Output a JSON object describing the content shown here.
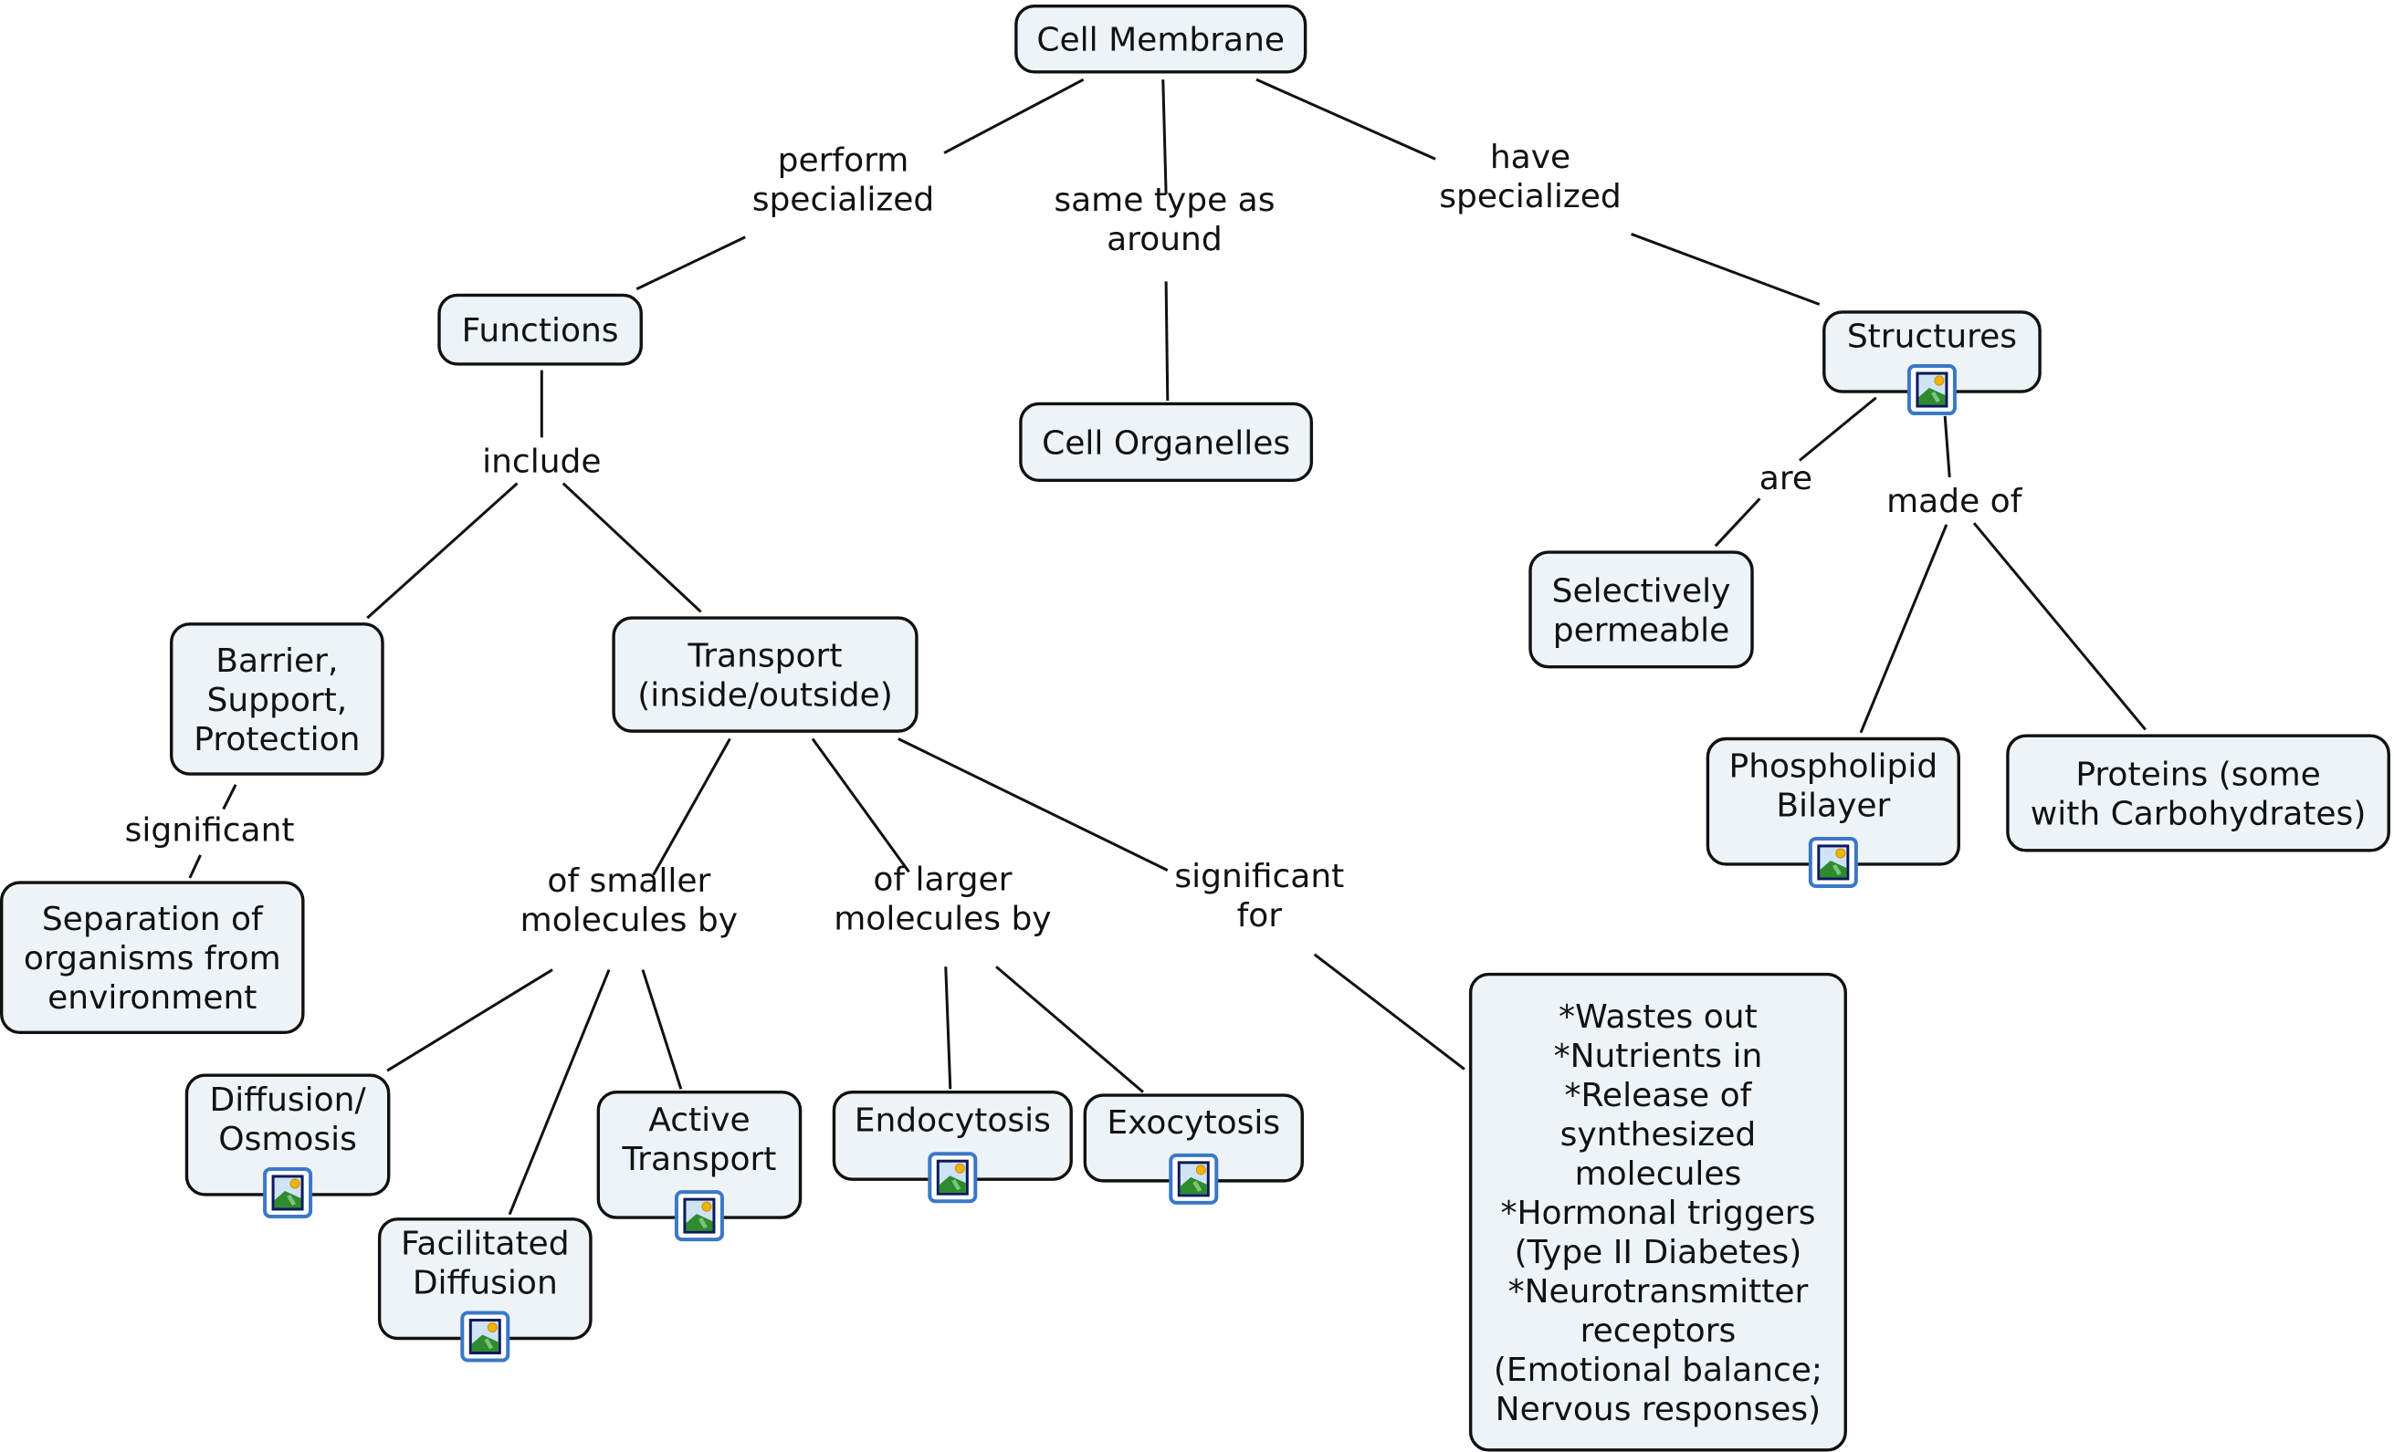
{
  "map_title": "Cell Membrane",
  "colors": {
    "node_fill": "#edf3f6",
    "node_border": "#111111",
    "line": "#111111",
    "icon_frame": "#3a78c8",
    "icon_border": "#0b1a5c",
    "icon_sky": "#cfe3f5",
    "icon_sun": "#f0b400",
    "icon_hill": "#2e8b2e",
    "icon_hill_light": "#7cc47c"
  },
  "nodes": [
    {
      "id": "cell-membrane",
      "lines": [
        "Cell Membrane"
      ],
      "icon": null
    },
    {
      "id": "functions",
      "lines": [
        "Functions"
      ],
      "icon": null
    },
    {
      "id": "cell-organelles",
      "lines": [
        "Cell Organelles"
      ],
      "icon": null
    },
    {
      "id": "structures",
      "lines": [
        "Structures"
      ],
      "icon": "image-resource-icon"
    },
    {
      "id": "barrier",
      "lines": [
        "Barrier,",
        "Support,",
        "Protection"
      ],
      "icon": null
    },
    {
      "id": "transport",
      "lines": [
        "Transport",
        "(inside/outside)"
      ],
      "icon": null
    },
    {
      "id": "selectively-permeable",
      "lines": [
        "Selectively",
        "permeable"
      ],
      "icon": null
    },
    {
      "id": "phospholipid-bilayer",
      "lines": [
        "Phospholipid",
        "Bilayer"
      ],
      "icon": "image-resource-icon"
    },
    {
      "id": "proteins",
      "lines": [
        "Proteins (some",
        "with Carbohydrates)"
      ],
      "icon": null
    },
    {
      "id": "separation",
      "lines": [
        "Separation of",
        "organisms from",
        "environment"
      ],
      "icon": null
    },
    {
      "id": "diffusion-osmosis",
      "lines": [
        "Diffusion/",
        "Osmosis"
      ],
      "icon": "image-resource-icon"
    },
    {
      "id": "facilitated-diffusion",
      "lines": [
        "Facilitated",
        "Diffusion"
      ],
      "icon": "image-resource-icon"
    },
    {
      "id": "active-transport",
      "lines": [
        "Active",
        "Transport"
      ],
      "icon": "image-resource-icon"
    },
    {
      "id": "endocytosis",
      "lines": [
        "Endocytosis"
      ],
      "icon": "image-resource-icon"
    },
    {
      "id": "exocytosis",
      "lines": [
        "Exocytosis"
      ],
      "icon": "image-resource-icon"
    },
    {
      "id": "significance-list",
      "lines": [
        "*Wastes out",
        "*Nutrients in",
        "*Release of",
        "synthesized",
        "molecules",
        "*Hormonal triggers",
        "(Type II Diabetes)",
        "*Neurotransmitter",
        "receptors",
        "(Emotional balance;",
        "Nervous responses)"
      ],
      "icon": null
    }
  ],
  "links": [
    {
      "id": "perform-specialized",
      "lines": [
        "perform",
        "specialized"
      ],
      "from": "cell-membrane",
      "to": "functions"
    },
    {
      "id": "same-type-as-around",
      "lines": [
        "same type as",
        "around"
      ],
      "from": "cell-membrane",
      "to": "cell-organelles"
    },
    {
      "id": "have-specialized",
      "lines": [
        "have",
        "specialized"
      ],
      "from": "cell-membrane",
      "to": "structures"
    },
    {
      "id": "include",
      "lines": [
        "include"
      ],
      "from": "functions",
      "to": [
        "barrier",
        "transport"
      ]
    },
    {
      "id": "are",
      "lines": [
        "are"
      ],
      "from": "structures",
      "to": "selectively-permeable"
    },
    {
      "id": "made-of",
      "lines": [
        "made of"
      ],
      "from": "structures",
      "to": [
        "phospholipid-bilayer",
        "proteins"
      ]
    },
    {
      "id": "significant",
      "lines": [
        "significant"
      ],
      "from": "barrier",
      "to": "separation"
    },
    {
      "id": "of-smaller-molecules-by",
      "lines": [
        "of smaller",
        "molecules by"
      ],
      "from": "transport",
      "to": [
        "diffusion-osmosis",
        "facilitated-diffusion",
        "active-transport"
      ]
    },
    {
      "id": "of-larger-molecules-by",
      "lines": [
        "of larger",
        "molecules by"
      ],
      "from": "transport",
      "to": [
        "endocytosis",
        "exocytosis"
      ]
    },
    {
      "id": "significant-for",
      "lines": [
        "significant",
        "for"
      ],
      "from": "transport",
      "to": "significance-list"
    }
  ]
}
